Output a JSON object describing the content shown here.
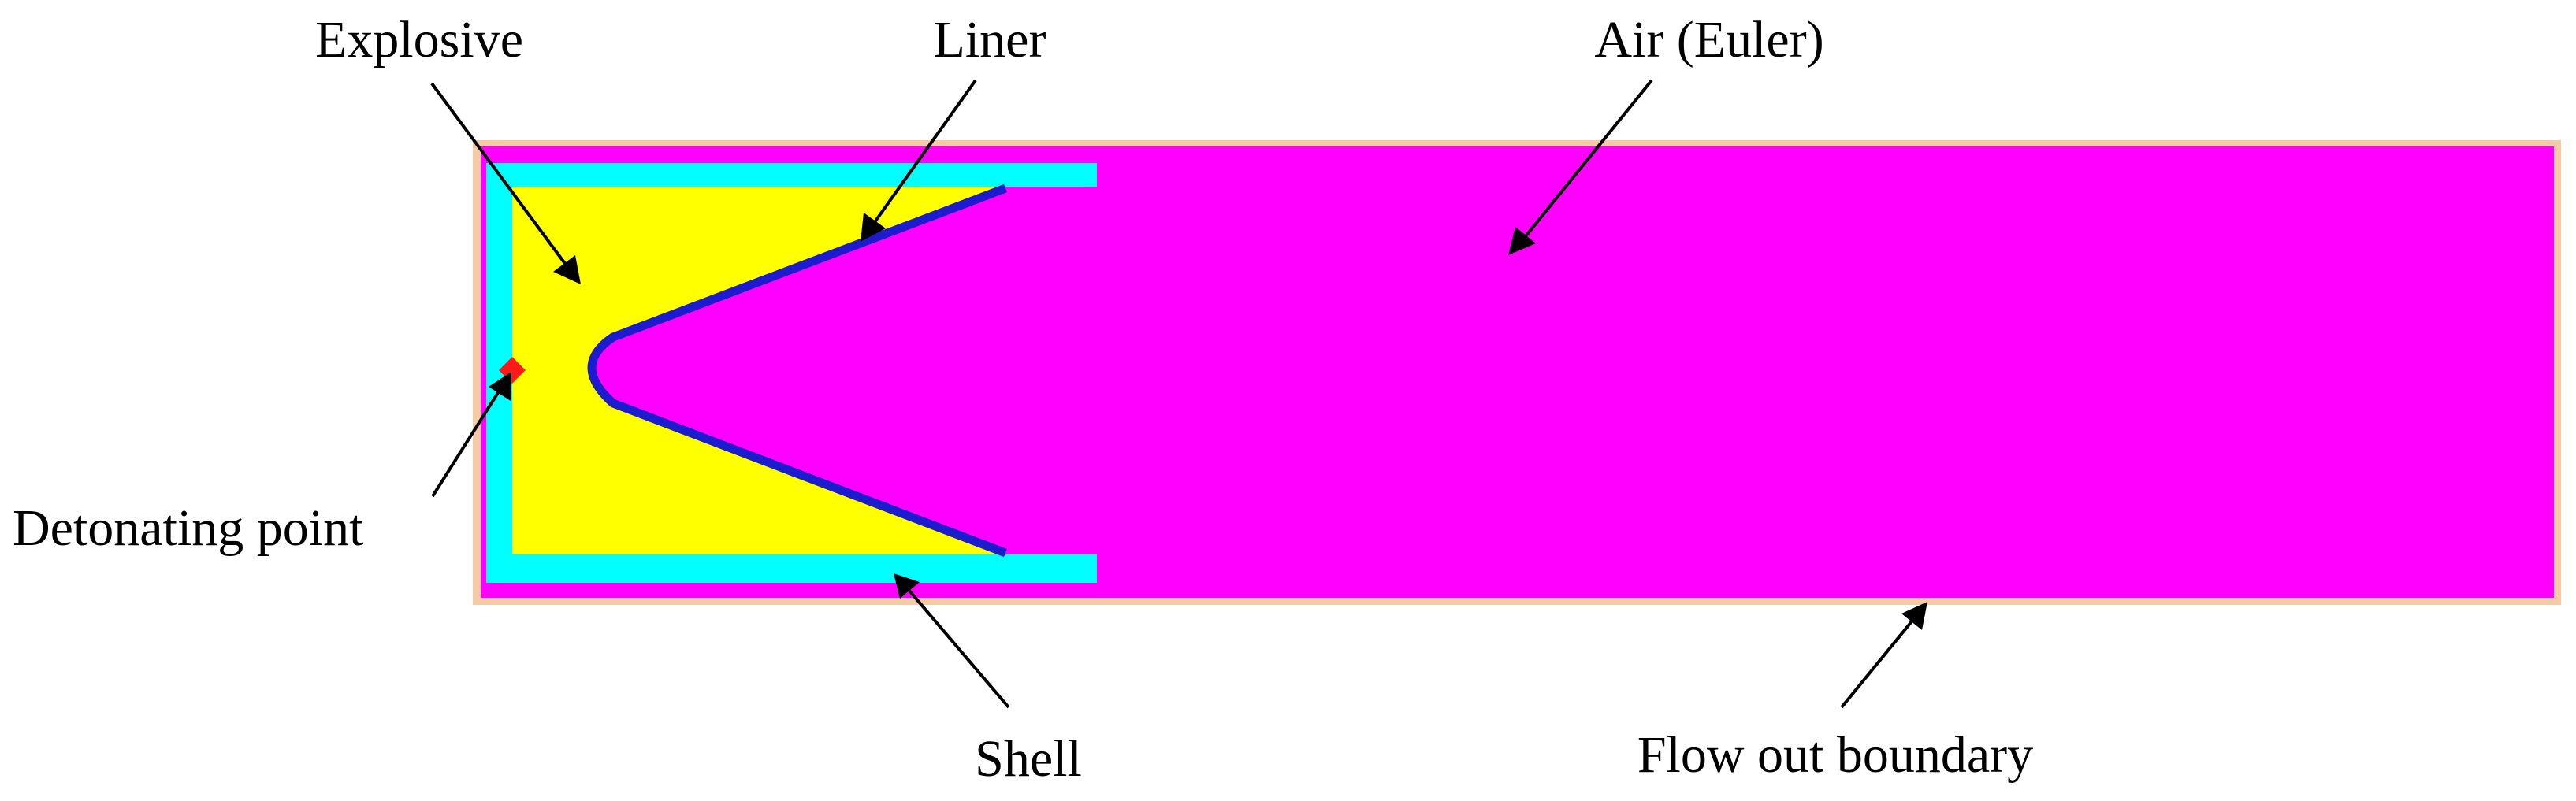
{
  "colors": {
    "air": "#FF00FF",
    "explosive": "#FFFF00",
    "shell": "#00FFFF",
    "liner": "#1C1CCF",
    "detonating_point": "#FF1A1A",
    "boundary": "#F5CBA7",
    "arrow": "#000000",
    "background": "#FFFFFF"
  },
  "labels": {
    "explosive": "Explosive",
    "liner": "Liner",
    "air": "Air (Euler)",
    "detonating_point": "Detonating point",
    "shell": "Shell",
    "flow_out_boundary": "Flow out boundary"
  }
}
